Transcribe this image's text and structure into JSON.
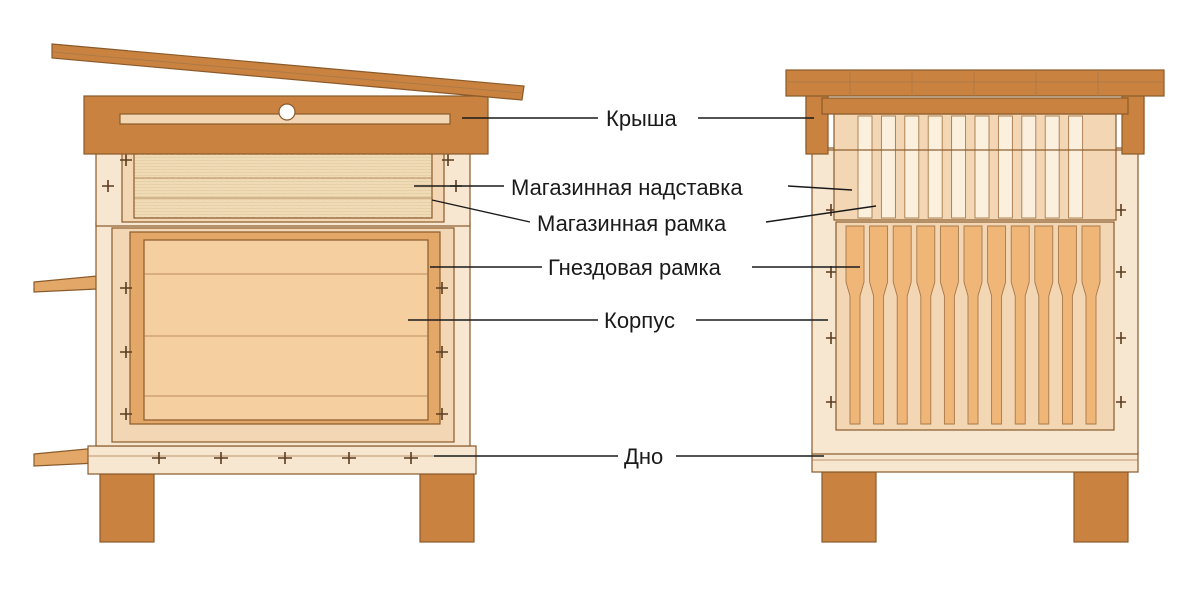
{
  "labels": {
    "roof": "Крыша",
    "super": "Магазинная надставка",
    "super_frame": "Магазинная рамка",
    "brood_frame": "Гнездовая рамка",
    "body": "Корпус",
    "bottom": "Дно"
  },
  "colors": {
    "roof": "#c9823f",
    "frame": "#e3a868",
    "panel": "#f3d7b4",
    "outline": "#8a5a2b",
    "text": "#1a1a1a"
  }
}
